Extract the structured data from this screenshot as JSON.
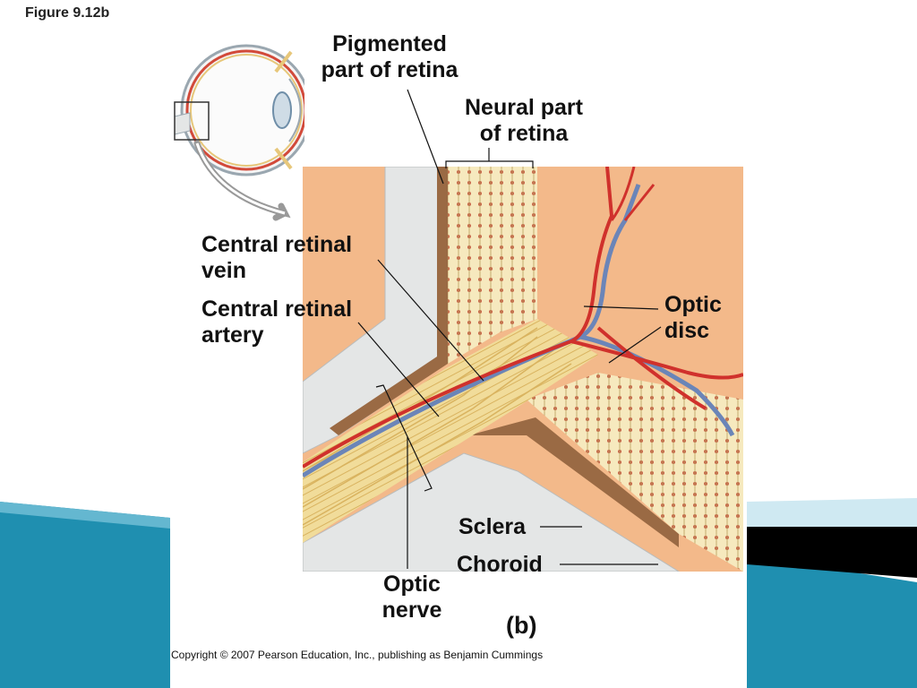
{
  "figure": {
    "title": "Figure 9.12b",
    "panel": "(b)",
    "copyright": "Copyright © 2007 Pearson Education, Inc., publishing as Benjamin Cummings"
  },
  "labels": {
    "pigmented_retina": [
      "Pigmented",
      "part of retina"
    ],
    "neural_retina": [
      "Neural part",
      "of retina"
    ],
    "central_retinal_vein": [
      "Central retinal",
      "vein"
    ],
    "central_retinal_artery": [
      "Central retinal",
      "artery"
    ],
    "optic_disc": [
      "Optic",
      "disc"
    ],
    "sclera": "Sclera",
    "choroid": "Choroid",
    "optic_nerve": [
      "Optic",
      "nerve"
    ]
  },
  "colors": {
    "slide_teal": "#1f8fb0",
    "slide_dark_teal": "#0c6d8c",
    "slide_light": "#cfe9f2",
    "black_band": "#000000",
    "nerve_yellow": "#f1dc9a",
    "nerve_fiber": "#d9b35f",
    "sclera_gray": "#e4e6e6",
    "choroid_brown": "#9a6a44",
    "retina_cream": "#f6e9be",
    "vitreous_peach": "#f3b98a",
    "artery_red": "#d0312c",
    "vein_blue": "#6b85b8"
  }
}
